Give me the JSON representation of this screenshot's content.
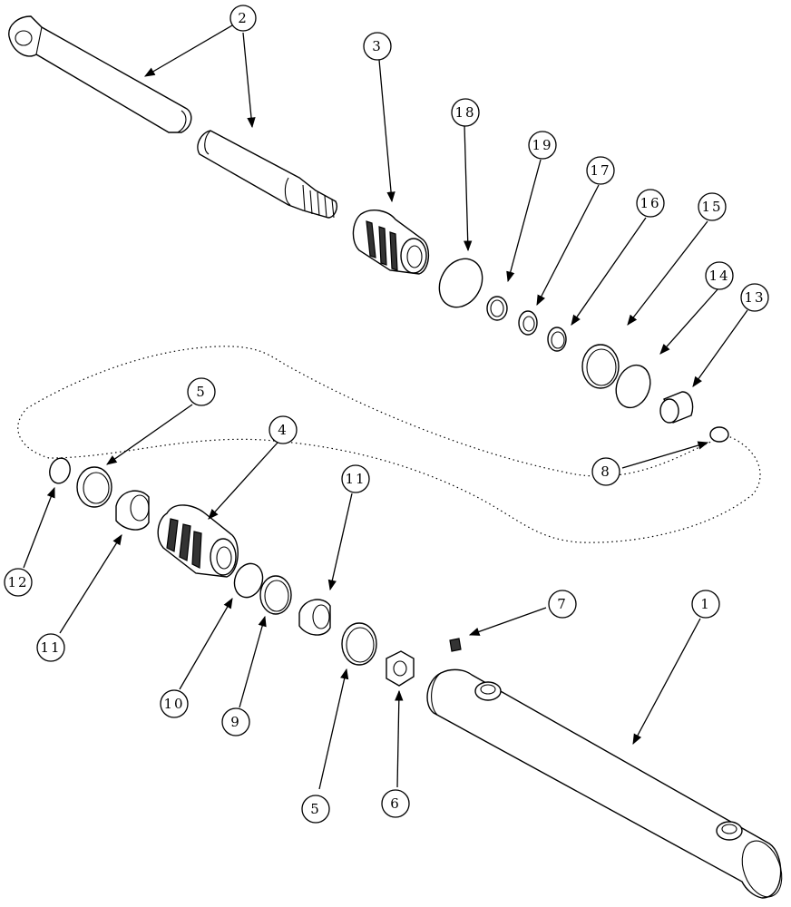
{
  "callouts": [
    {
      "id": "c-2",
      "label": "2"
    },
    {
      "id": "c-3",
      "label": "3"
    },
    {
      "id": "c-18",
      "label": "18"
    },
    {
      "id": "c-19",
      "label": "19"
    },
    {
      "id": "c-17",
      "label": "17"
    },
    {
      "id": "c-16",
      "label": "16"
    },
    {
      "id": "c-15",
      "label": "15"
    },
    {
      "id": "c-14",
      "label": "14"
    },
    {
      "id": "c-13",
      "label": "13"
    },
    {
      "id": "c-5a",
      "label": "5"
    },
    {
      "id": "c-4",
      "label": "4"
    },
    {
      "id": "c-11a",
      "label": "11"
    },
    {
      "id": "c-8",
      "label": "8"
    },
    {
      "id": "c-7",
      "label": "7"
    },
    {
      "id": "c-1",
      "label": "1"
    },
    {
      "id": "c-12",
      "label": "12"
    },
    {
      "id": "c-11b",
      "label": "11"
    },
    {
      "id": "c-10",
      "label": "10"
    },
    {
      "id": "c-9",
      "label": "9"
    },
    {
      "id": "c-5b",
      "label": "5"
    },
    {
      "id": "c-6",
      "label": "6"
    }
  ]
}
